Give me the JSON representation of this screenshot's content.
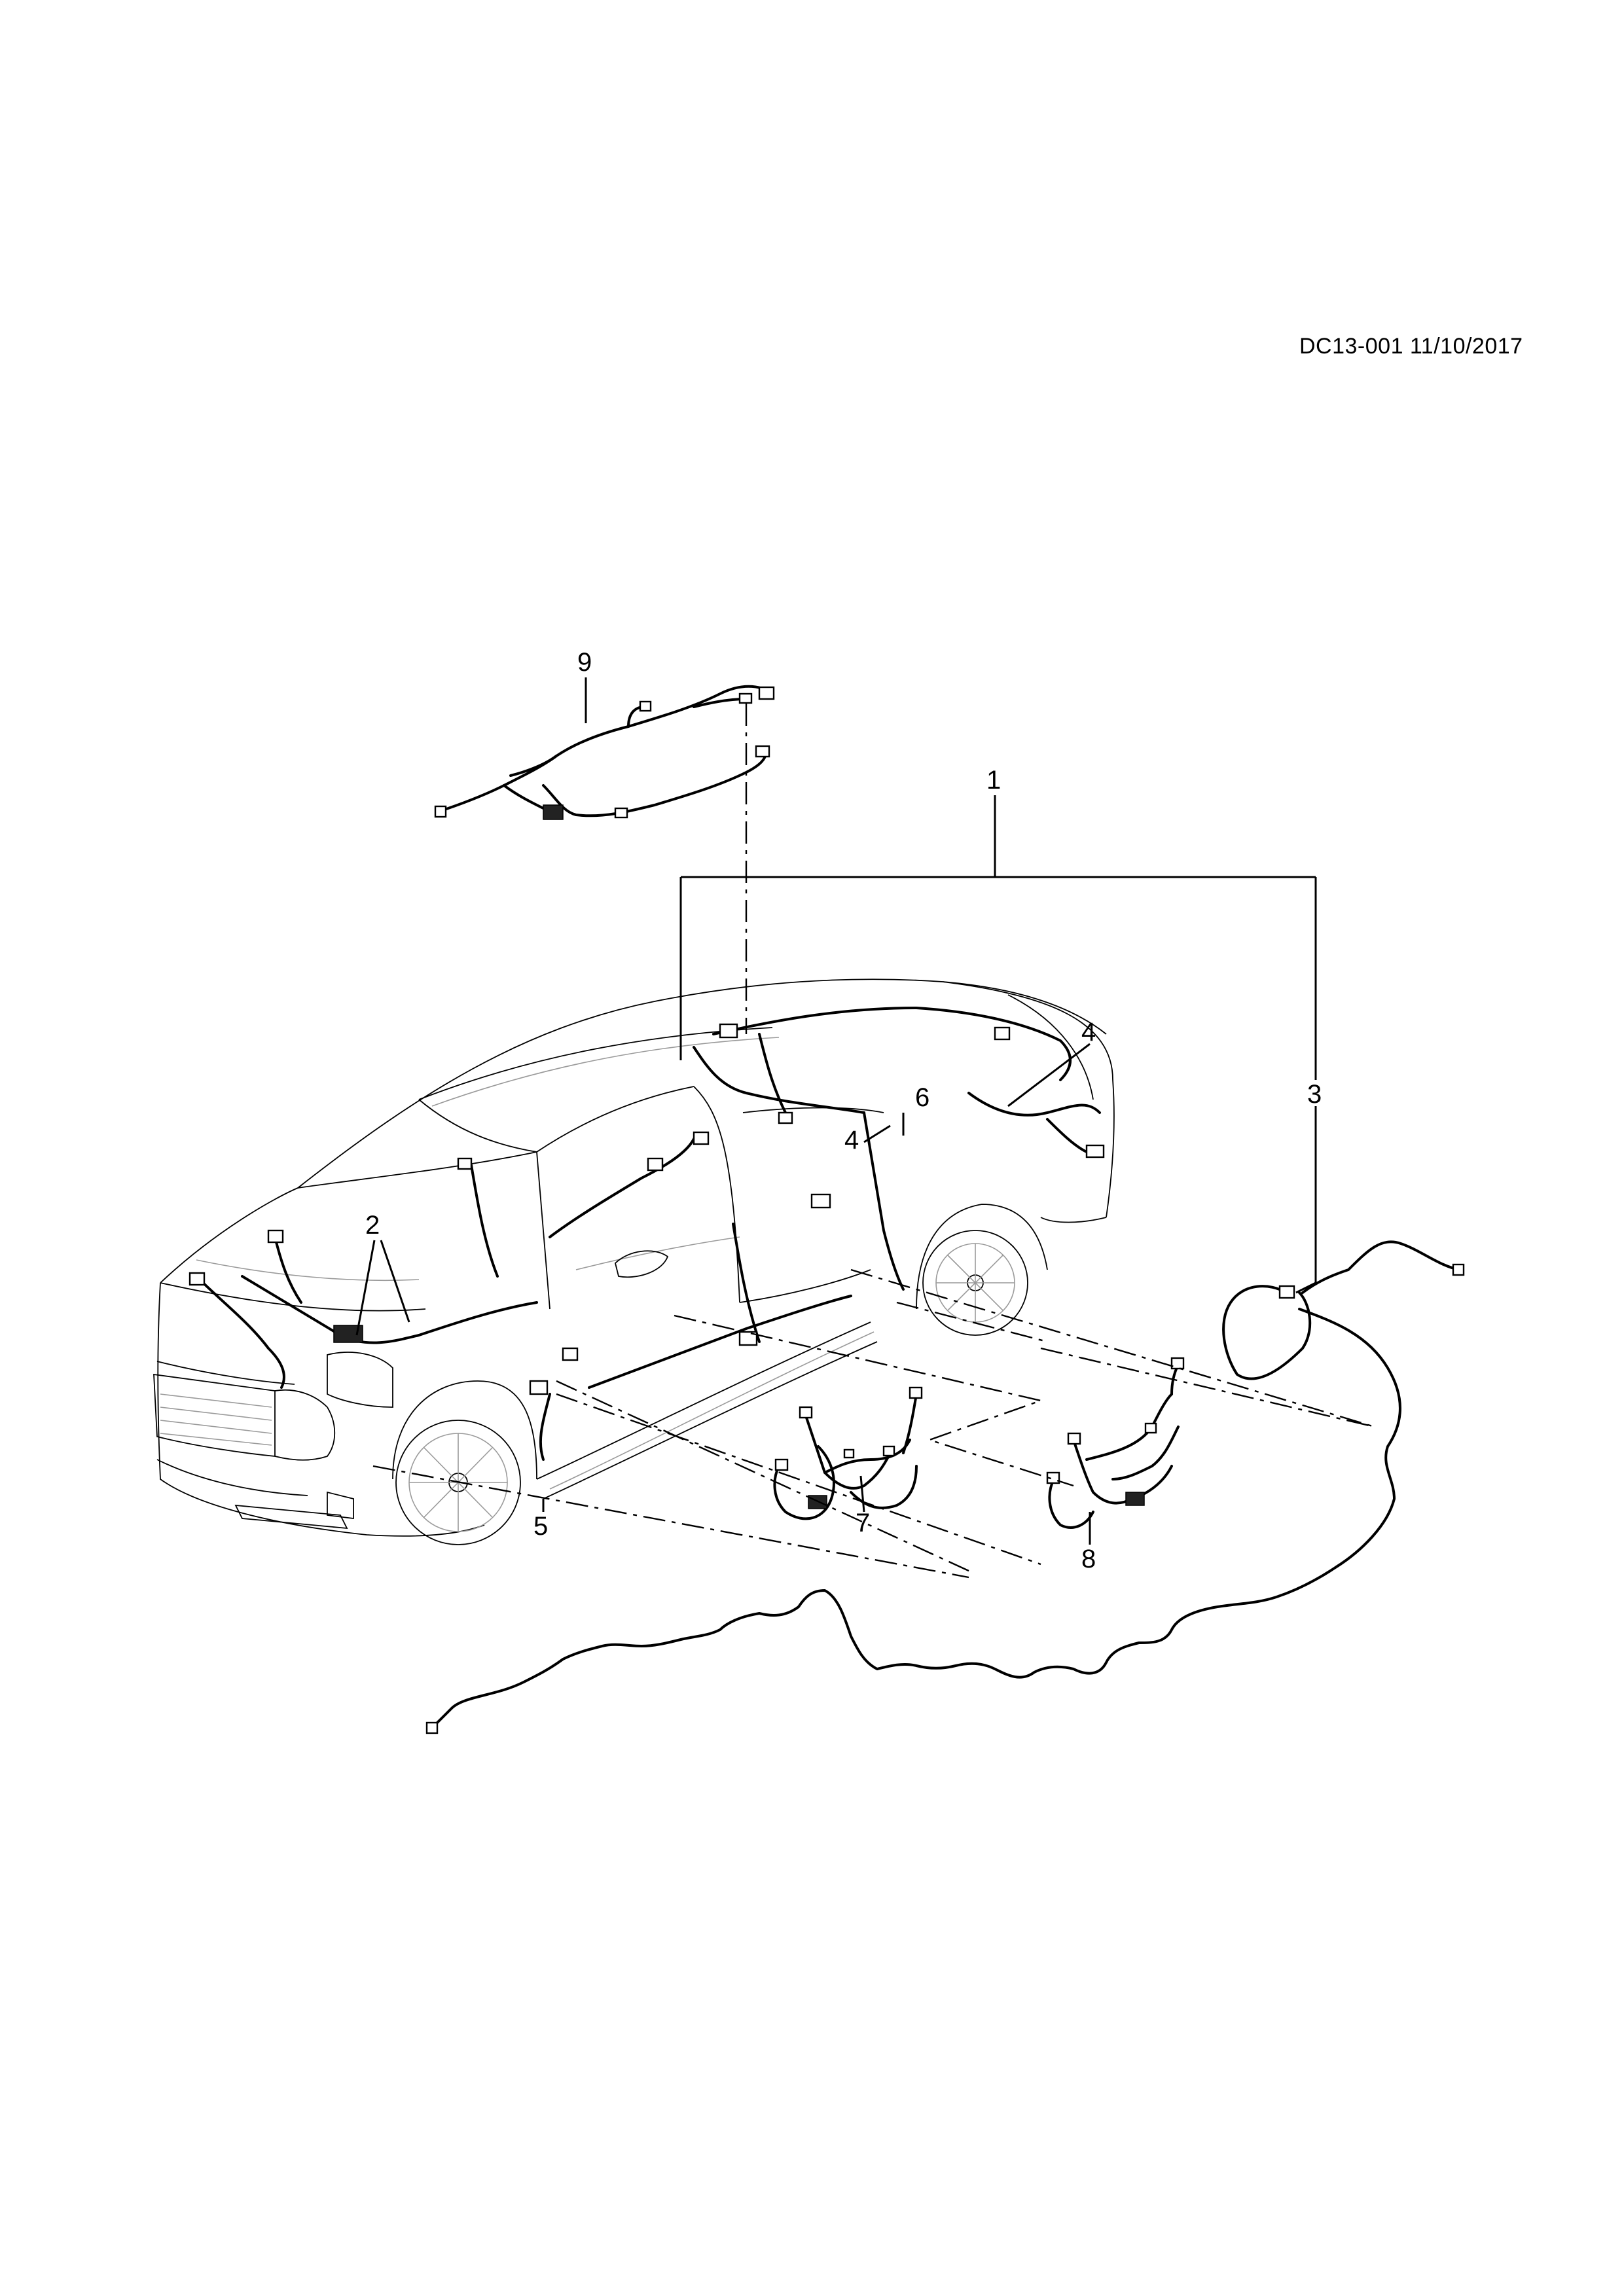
{
  "document_code": "DC13-001 11/10/2017",
  "callouts": {
    "c1": "1",
    "c2": "2",
    "c3": "3",
    "c4a": "4",
    "c4b": "4",
    "c5": "5",
    "c6": "6",
    "c7": "7",
    "c8": "8",
    "c9": "9"
  }
}
